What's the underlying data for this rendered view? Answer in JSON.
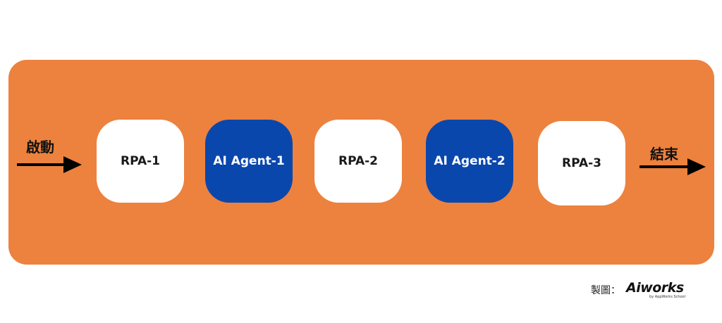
{
  "colors": {
    "panel": "#ec823e",
    "rpa_node": "#ffffff",
    "agent_node": "#0a47ad",
    "arrow": "#000000"
  },
  "flow": {
    "start_label": "啟動",
    "end_label": "結束",
    "steps": [
      {
        "label": "RPA-1",
        "kind": "rpa"
      },
      {
        "label": "AI Agent-1",
        "kind": "agent"
      },
      {
        "label": "RPA-2",
        "kind": "rpa"
      },
      {
        "label": "AI Agent-2",
        "kind": "agent"
      },
      {
        "label": "RPA-3",
        "kind": "rpa"
      }
    ]
  },
  "credit": {
    "label": "製圖：",
    "logo_text": "Aiworks",
    "logo_subtext": "by AppWorks School"
  }
}
